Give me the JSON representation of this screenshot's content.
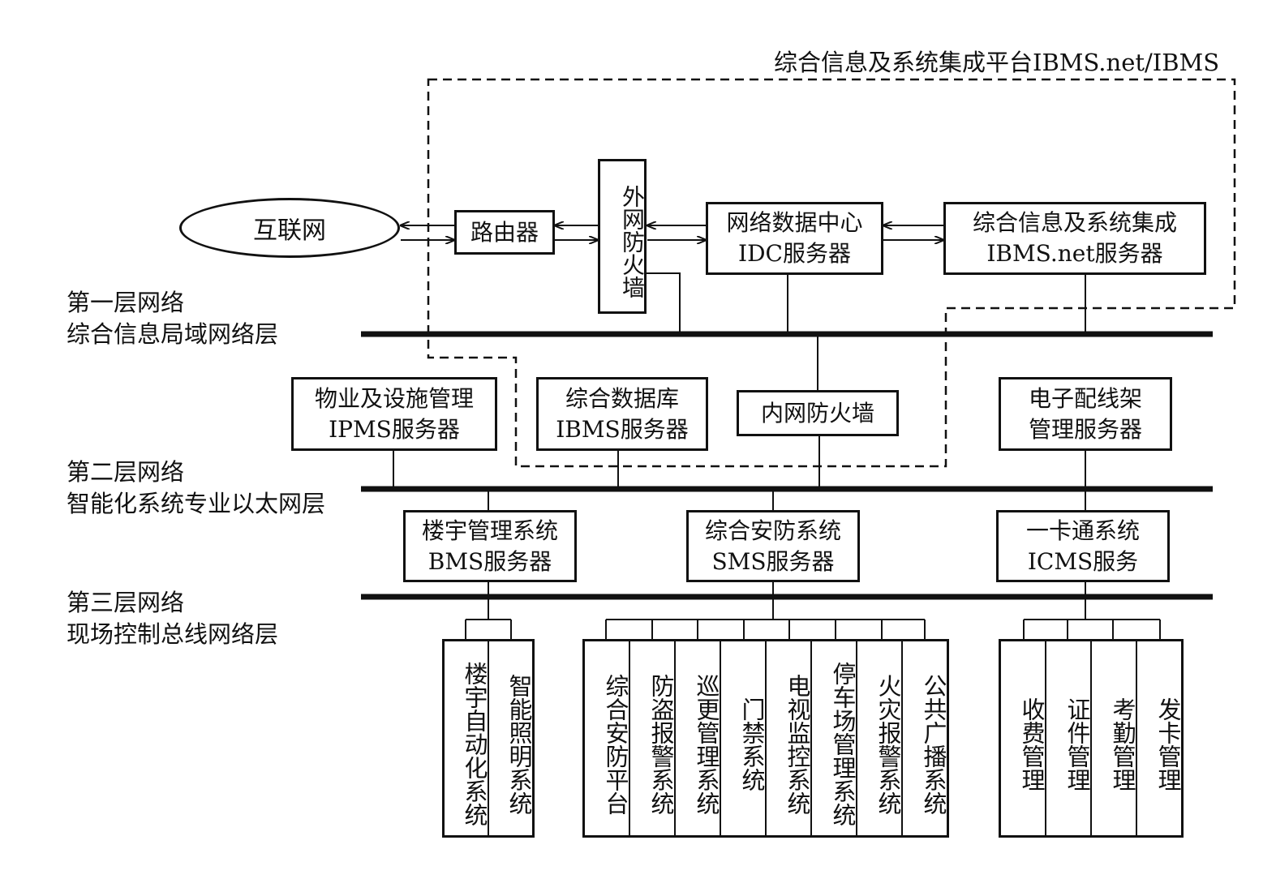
{
  "platform_title": "综合信息及系统集成平台IBMS.net/IBMS",
  "internet": "互联网",
  "router": "路由器",
  "outer_firewall": "外网防火墙",
  "idc": {
    "line1": "网络数据中心",
    "line2": "IDC服务器"
  },
  "ibms_net": {
    "line1": "综合信息及系统集成",
    "line2": "IBMS.net服务器"
  },
  "layers": [
    {
      "line1": "第一层网络",
      "line2": "综合信息局域网络层"
    },
    {
      "line1": "第二层网络",
      "line2": "智能化系统专业以太网层"
    },
    {
      "line1": "第三层网络",
      "line2": "现场控制总线网络层"
    }
  ],
  "ipms": {
    "line1": "物业及设施管理",
    "line2": "IPMS服务器"
  },
  "ibms_db": {
    "line1": "综合数据库",
    "line2": "IBMS服务器"
  },
  "inner_firewall": "内网防火墙",
  "patch": {
    "line1": "电子配线架",
    "line2": "管理服务器"
  },
  "bms": {
    "line1": "楼宇管理系统",
    "line2": "BMS服务器"
  },
  "sms": {
    "line1": "综合安防系统",
    "line2": "SMS服务器"
  },
  "icms": {
    "line1": "一卡通系统",
    "line2": "ICMS服务"
  },
  "bms_subs": [
    "楼宇自动化系统",
    "智能照明系统"
  ],
  "sms_subs": [
    "综合安防平台",
    "防盗报警系统",
    "巡更管理系统",
    "门禁系统",
    "电视监控系统",
    "停车场管理系统",
    "火灾报警系统",
    "公共广播系统"
  ],
  "icms_subs": [
    "收费管理",
    "证件管理",
    "考勤管理",
    "发卡管理"
  ]
}
